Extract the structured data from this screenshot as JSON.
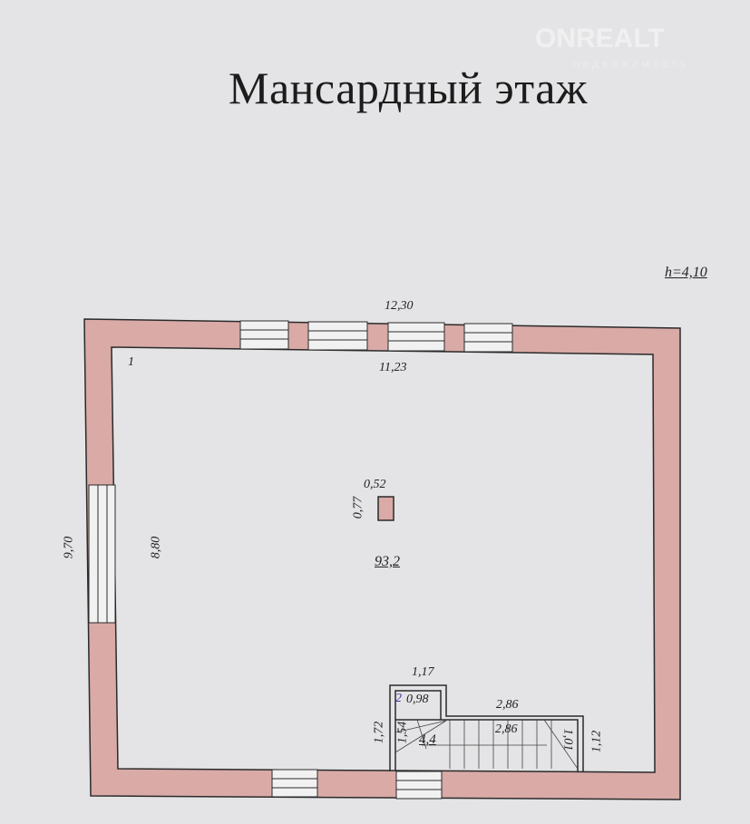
{
  "title": "Мансардный этаж",
  "watermark": {
    "brand": "ONREALT",
    "subtitle": "недвижимость"
  },
  "height_label": "h=4,10",
  "colors": {
    "wall": "#d9aaa6",
    "line": "#2a2a2a",
    "paper": "#e4e4e6"
  },
  "rooms": [
    {
      "number": "1",
      "area": "93,2"
    },
    {
      "number": "2",
      "area": "4,4"
    }
  ],
  "dimensions": {
    "outer_width": "12,30",
    "inner_width": "11,23",
    "outer_height": "9,70",
    "inner_height": "8,80",
    "column_width": "0,52",
    "column_depth": "0,77",
    "stair_top_outer": "1,17",
    "stair_top_inner": "0,98",
    "stair_length_outer": "2,86",
    "stair_length_inner": "2,86",
    "stair_left_outer": "1,72",
    "stair_left_inner": "1,54",
    "stair_right_inner": "1,01",
    "stair_right_outer": "1,12"
  }
}
